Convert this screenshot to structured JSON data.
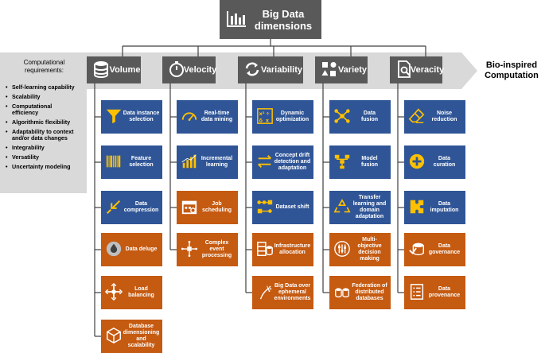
{
  "title": "Big Data\ndimensions",
  "requirements": {
    "heading": "Computational\nrequirements:",
    "items": [
      "Self-learning capability",
      "Scalability",
      "Computational\nefficiency",
      "Algorithmic flexibility",
      "Adaptability to context\nand/or data changes",
      "Integrability",
      "Versatility",
      "Uncertainty modeling"
    ]
  },
  "target": "Bio-inspired\nComputation",
  "colors": {
    "header": "#595959",
    "blue": "#2f5597",
    "orange": "#c55a11",
    "arrow": "#d9d9d9",
    "icon_yellow": "#ffc000"
  },
  "dimensions": [
    {
      "label": "Volume",
      "icon": "database-icon",
      "items": [
        {
          "label": "Data instance\nselection",
          "icon": "funnel-icon",
          "color": "blue"
        },
        {
          "label": "Feature\nselection",
          "icon": "barcode-icon",
          "color": "blue"
        },
        {
          "label": "Data\ncompression",
          "icon": "compress-arrows-icon",
          "color": "blue"
        },
        {
          "label": "Data deluge",
          "icon": "water-drop-icon",
          "color": "orange"
        },
        {
          "label": "Load\nbalancing",
          "icon": "distribution-arrows-icon",
          "color": "orange"
        },
        {
          "label": "Database\ndimensioning\nand\nscalability",
          "icon": "cube-icon",
          "color": "orange"
        }
      ]
    },
    {
      "label": "Velocity",
      "icon": "stopwatch-icon",
      "items": [
        {
          "label": "Real-time\ndata mining",
          "icon": "speedometer-icon",
          "color": "blue"
        },
        {
          "label": "Incremental\nlearning",
          "icon": "bar-chart-icon",
          "color": "blue"
        },
        {
          "label": "Job\nscheduling",
          "icon": "calendar-icon",
          "color": "orange"
        },
        {
          "label": "Complex\nevent\nprocessing",
          "icon": "event-network-icon",
          "color": "orange"
        }
      ]
    },
    {
      "label": "Variability",
      "icon": "cycle-arrows-icon",
      "items": [
        {
          "label": "Dynamic\noptimization",
          "icon": "formula-board-icon",
          "color": "blue"
        },
        {
          "label": "Concept drift\ndetection and\nadaptation",
          "icon": "exchange-arrows-icon",
          "color": "blue"
        },
        {
          "label": "Dataset shift",
          "icon": "flow-nodes-icon",
          "color": "blue"
        },
        {
          "label": "Infrastructure\nallocation",
          "icon": "server-database-icon",
          "color": "orange"
        },
        {
          "label": "Big Data over\nephemeral\nenvironments",
          "icon": "dandelion-icon",
          "color": "orange"
        }
      ]
    },
    {
      "label": "Variety",
      "icon": "shapes-icon",
      "items": [
        {
          "label": "Data\nfusion",
          "icon": "hub-network-icon",
          "color": "blue"
        },
        {
          "label": "Model\nfusion",
          "icon": "hierarchy-icon",
          "color": "blue"
        },
        {
          "label": "Transfer\nlearning and\ndomain\nadaptation",
          "icon": "recycle-icon",
          "color": "blue"
        },
        {
          "label": "Multi-\nobjective\ndecision\nmaking",
          "icon": "sliders-icon",
          "color": "orange"
        },
        {
          "label": "Federation of\ndistributed\ndatabases",
          "icon": "database-cluster-icon",
          "color": "orange"
        }
      ]
    },
    {
      "label": "Veracity",
      "icon": "document-magnifier-icon",
      "items": [
        {
          "label": "Noise\nreduction",
          "icon": "eraser-icon",
          "color": "blue"
        },
        {
          "label": "Data\ncuration",
          "icon": "plus-circle-icon",
          "color": "blue"
        },
        {
          "label": "Data\nimputation",
          "icon": "puzzle-icon",
          "color": "blue"
        },
        {
          "label": "Data\ngovernance",
          "icon": "governance-db-icon",
          "color": "orange"
        },
        {
          "label": "Data\nprovenance",
          "icon": "checklist-icon",
          "color": "orange"
        }
      ]
    }
  ]
}
